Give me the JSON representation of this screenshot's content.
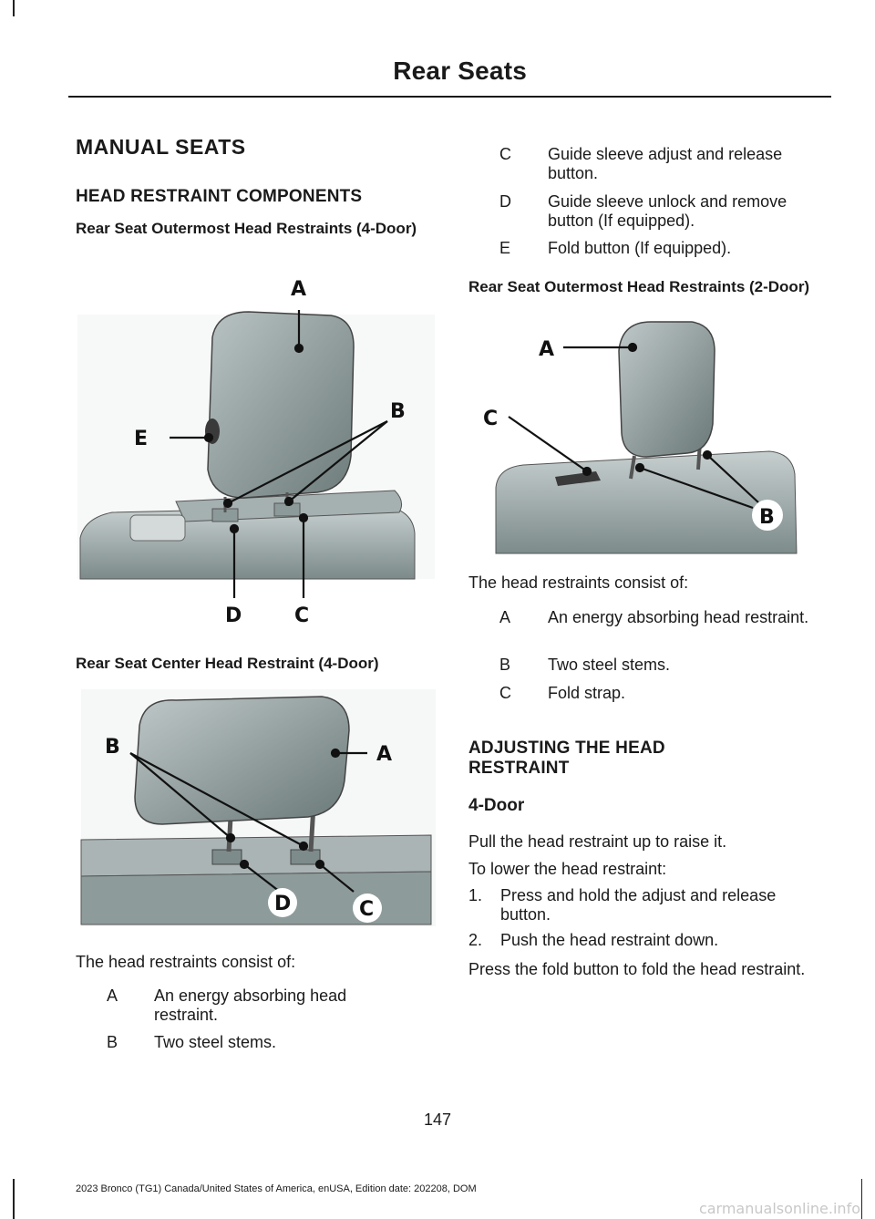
{
  "header": {
    "title": "Rear Seats"
  },
  "left": {
    "section_title": "MANUAL SEATS",
    "subsection_title": "HEAD RESTRAINT COMPONENTS",
    "fig1_caption": "Rear Seat Outermost Head Restraints (4-Door)",
    "fig1_labels": {
      "a": "A",
      "b": "B",
      "c": "C",
      "d": "D",
      "e": "E"
    },
    "fig2_caption": "Rear Seat Center Head Restraint (4-Door)",
    "fig2_labels": {
      "a": "A",
      "b": "B",
      "c": "C",
      "d": "D"
    },
    "intro": "The head restraints consist of:",
    "items": [
      {
        "key": "A",
        "text": "An energy absorbing head restraint."
      },
      {
        "key": "B",
        "text": "Two steel stems."
      }
    ]
  },
  "right": {
    "items_cont": [
      {
        "key": "C",
        "text": "Guide sleeve adjust and release button."
      },
      {
        "key": "D",
        "text": "Guide sleeve unlock and remove button (If equipped)."
      },
      {
        "key": "E",
        "text": "Fold button (If equipped)."
      }
    ],
    "fig3_caption": "Rear Seat Outermost Head Restraints (2-Door)",
    "fig3_labels": {
      "a": "A",
      "b": "B",
      "c": "C"
    },
    "intro": "The head restraints consist of:",
    "items": [
      {
        "key": "A",
        "text": "An energy absorbing head restraint."
      },
      {
        "key": "B",
        "text": "Two steel stems."
      },
      {
        "key": "C",
        "text": "Fold strap."
      }
    ],
    "adjust_title": "ADJUSTING THE HEAD RESTRAINT",
    "door_title": "4-Door",
    "p1": "Pull the head restraint up to raise it.",
    "p2": "To lower the head restraint:",
    "steps": [
      {
        "num": "1.",
        "text": "Press and hold the adjust and release button."
      },
      {
        "num": "2.",
        "text": "Push the head restraint down."
      }
    ],
    "p3": "Press the fold button to fold the head restraint."
  },
  "page_number": "147",
  "footer": "2023 Bronco (TG1) Canada/United States of America, enUSA, Edition date: 202208, DOM",
  "watermark": "carmanualsonline.info"
}
